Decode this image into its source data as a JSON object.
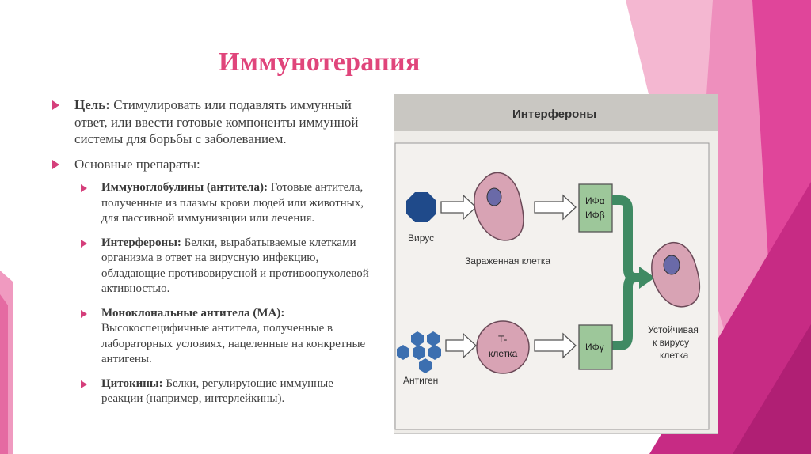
{
  "slide": {
    "title": "Иммунотерапия",
    "accent_color": "#e0457b"
  },
  "bullets": {
    "goal_label": "Цель:",
    "goal_text": " Стимулировать или подавлять иммунный ответ, или ввести готовые компоненты иммунной системы для борьбы с заболеванием.",
    "main_drugs": "Основные препараты:",
    "items": [
      {
        "label": "Иммуноглобулины (антитела):",
        "text": " Готовые антитела, полученные из плазмы крови людей или животных, для пассивной иммунизации или лечения."
      },
      {
        "label": "Интерфероны:",
        "text": " Белки, вырабатываемые клетками организма в ответ на вирусную инфекцию, обладающие противовирусной и противоопухолевой активностью."
      },
      {
        "label": "Моноклональные антитела (МА):",
        "text": " Высокоспецифичные антитела, полученные в лабораторных условиях, нацеленные на конкретные антигены."
      },
      {
        "label": "Цитокины:",
        "text": " Белки, регулирующие иммунные реакции (например, интерлейкины)."
      }
    ]
  },
  "figure": {
    "header": "Интерфероны",
    "virus": "Вирус",
    "infected_cell": "Зараженная клетка",
    "ifn_alpha": "ИФα",
    "ifn_beta": "ИФβ",
    "ifn_gamma": "ИФγ",
    "t_cell_1": "Т-",
    "t_cell_2": "клетка",
    "antigen": "Антиген",
    "resistant_1": "Устойчивая",
    "resistant_2": "к вирусу",
    "resistant_3": "клетка",
    "colors": {
      "cell_pink": "#d8a3b4",
      "nucleus": "#6a6aa8",
      "ifn_box": "#9dc79a",
      "arrow_green": "#3f8a63",
      "hexagon_blue": "#3c6fb0"
    }
  }
}
